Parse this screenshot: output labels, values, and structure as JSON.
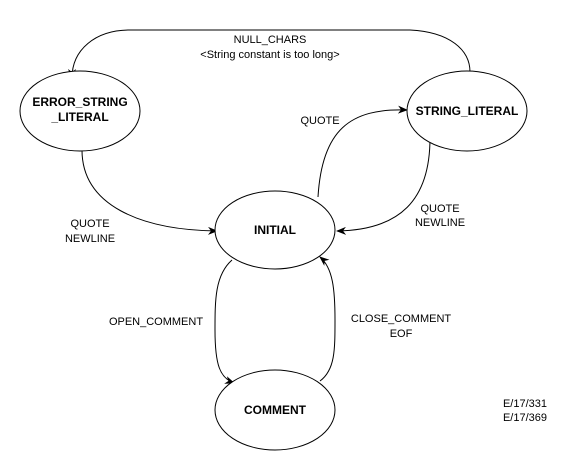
{
  "nodes": {
    "error_string_literal": {
      "label_line1": "ERROR_STRING",
      "label_line2": "_LITERAL"
    },
    "string_literal": {
      "label": "STRING_LITERAL"
    },
    "initial": {
      "label": "INITIAL"
    },
    "comment": {
      "label": "COMMENT"
    }
  },
  "edges": {
    "null_chars": {
      "line1": "NULL_CHARS",
      "line2": "<String constant is too long>"
    },
    "quote_initial_to_string": {
      "line1": "QUOTE"
    },
    "quote_newline_error_to_initial": {
      "line1": "QUOTE",
      "line2": "NEWLINE"
    },
    "quote_newline_string_to_initial": {
      "line1": "QUOTE",
      "line2": "NEWLINE"
    },
    "open_comment": {
      "line1": "OPEN_COMMENT"
    },
    "close_comment_eof": {
      "line1": "CLOSE_COMMENT",
      "line2": "EOF"
    }
  },
  "footer": {
    "line1": "E/17/331",
    "line2": "E/17/369"
  },
  "colors": {
    "stroke": "#000000",
    "fill": "#ffffff"
  }
}
